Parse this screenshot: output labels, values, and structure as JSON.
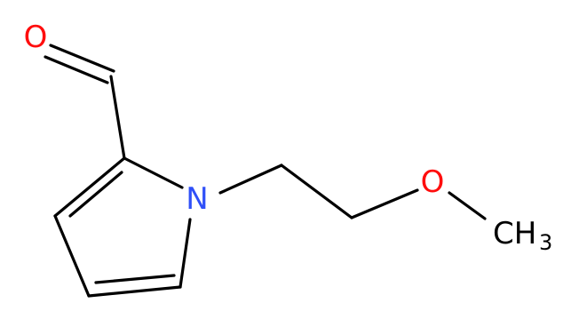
{
  "molecule": {
    "atoms": [
      {
        "id": "O1",
        "label": "O",
        "color": "#ff0d0d"
      },
      {
        "id": "N1",
        "label": "N",
        "color": "#3050f8"
      },
      {
        "id": "O2",
        "label": "O",
        "color": "#ff0d0d"
      },
      {
        "id": "C_methyl",
        "label": "CH",
        "subscript": "3",
        "color": "#000000"
      }
    ]
  }
}
